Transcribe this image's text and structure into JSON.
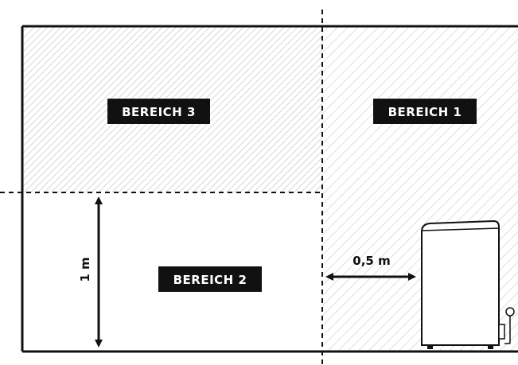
{
  "labels": {
    "zone_1": "BEREICH 1",
    "zone_2": "BEREICH 2",
    "zone_3": "BEREICH 3"
  },
  "dimensions": {
    "height_label": "1 m",
    "distance_label": "0,5 m"
  },
  "colors": {
    "line": "#111111",
    "hatch_zone_1": "#cfcfcf",
    "hatch_zone_3": "#d7d7d7",
    "label_background": "#111111",
    "label_text": "#ffffff"
  }
}
